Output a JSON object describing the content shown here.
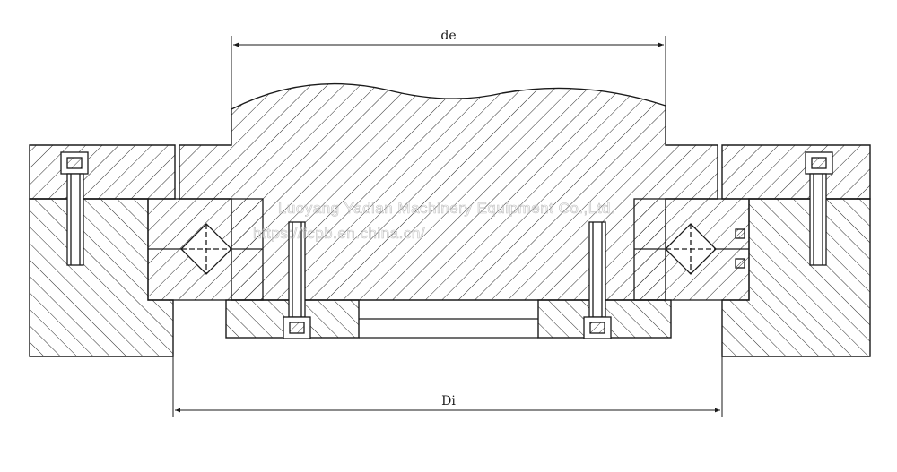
{
  "dimensions": {
    "de_label": "de",
    "di_label": "Di"
  },
  "watermark": {
    "line1": "Luoyang Yadian Machinery Equipment Co.,Ltd.",
    "line2": "https://fcpb.en.china.cn/"
  },
  "colors": {
    "line": "#1a1a1a",
    "hatch": "#2b2b2b",
    "background": "#ffffff"
  }
}
